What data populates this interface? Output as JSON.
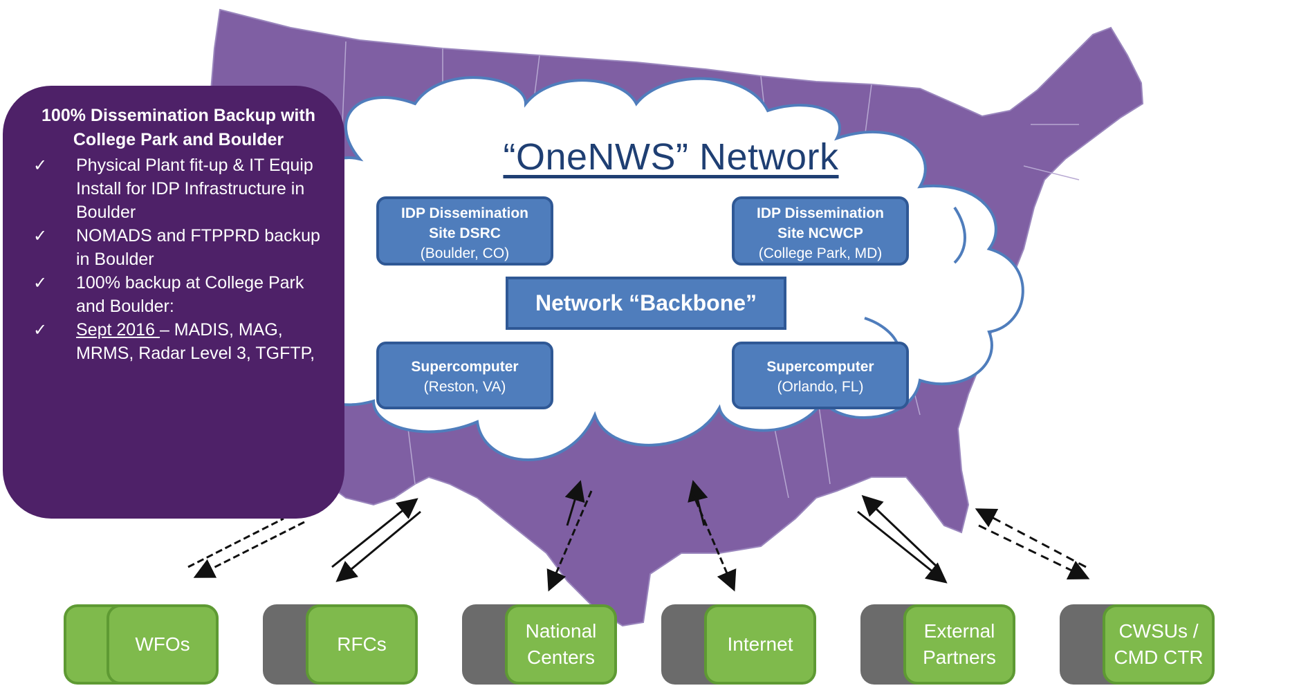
{
  "sidebar": {
    "title": "100% Dissemination Backup with College Park and Boulder",
    "items": [
      {
        "check": "✓",
        "lead": "",
        "text": "Physical Plant fit-up & IT Equip Install for IDP Infrastructure in Boulder"
      },
      {
        "check": "✓",
        "lead": "",
        "text": "NOMADS and FTPPRD backup in Boulder"
      },
      {
        "check": "✓",
        "lead": "",
        "text": "100% backup at College Park and Boulder:"
      },
      {
        "check": "✓",
        "lead": "Sept 2016 ",
        "text": "– MADIS, MAG, MRMS, Radar Level 3, TGFTP,"
      }
    ]
  },
  "network": {
    "title": "“OneNWS” Network",
    "backbone": "Network “Backbone”",
    "sites": {
      "dsrc": {
        "line1": "IDP Dissemination",
        "line2": "Site DSRC",
        "loc": "(Boulder, CO)"
      },
      "ncwcp": {
        "line1": "IDP Dissemination",
        "line2": "Site NCWCP",
        "loc": "(College Park, MD)"
      },
      "reston": {
        "line1": "Supercomputer",
        "loc": "(Reston, VA)"
      },
      "orlando": {
        "line1": "Supercomputer",
        "loc": "(Orlando, FL)"
      }
    }
  },
  "endpoints": [
    {
      "line1": "WFOs",
      "line2": ""
    },
    {
      "line1": "RFCs",
      "line2": ""
    },
    {
      "line1": "National",
      "line2": "Centers"
    },
    {
      "line1": "Internet",
      "line2": ""
    },
    {
      "line1": "External",
      "line2": "Partners"
    },
    {
      "line1": "CWSUs /",
      "line2": "CMD CTR"
    }
  ],
  "colors": {
    "map": "#7f5fa3",
    "sidebar": "#4e2168",
    "box_blue": "#4f7dbc",
    "backbone_area": "#92b55a",
    "endpoint_green": "#7fba4c",
    "title_navy": "#1f3f73"
  }
}
